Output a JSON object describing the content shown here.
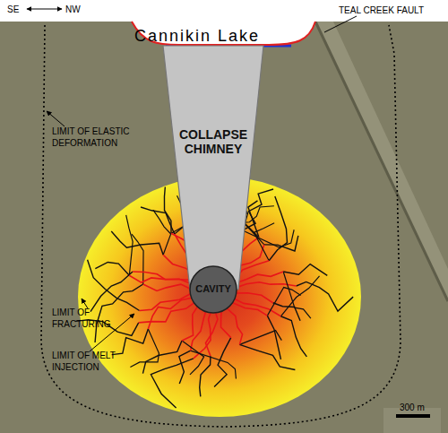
{
  "diagram": {
    "nodes": [
      {
        "text": [
          "COLLAPSE CHIMNEY"
        ]
      },
      {
        "text": [
          "CAVITY"
        ]
      }
    ],
    "labels": [
      "SE",
      "NW",
      "TEAL CREEK FAULT",
      "Cannikin Lake",
      "LIMIT OF ELASTIC DEFORMATION",
      "LIMIT OF FRACTURING",
      "LIMIT OF MELT INJECTION",
      "300 m"
    ]
  }
}
